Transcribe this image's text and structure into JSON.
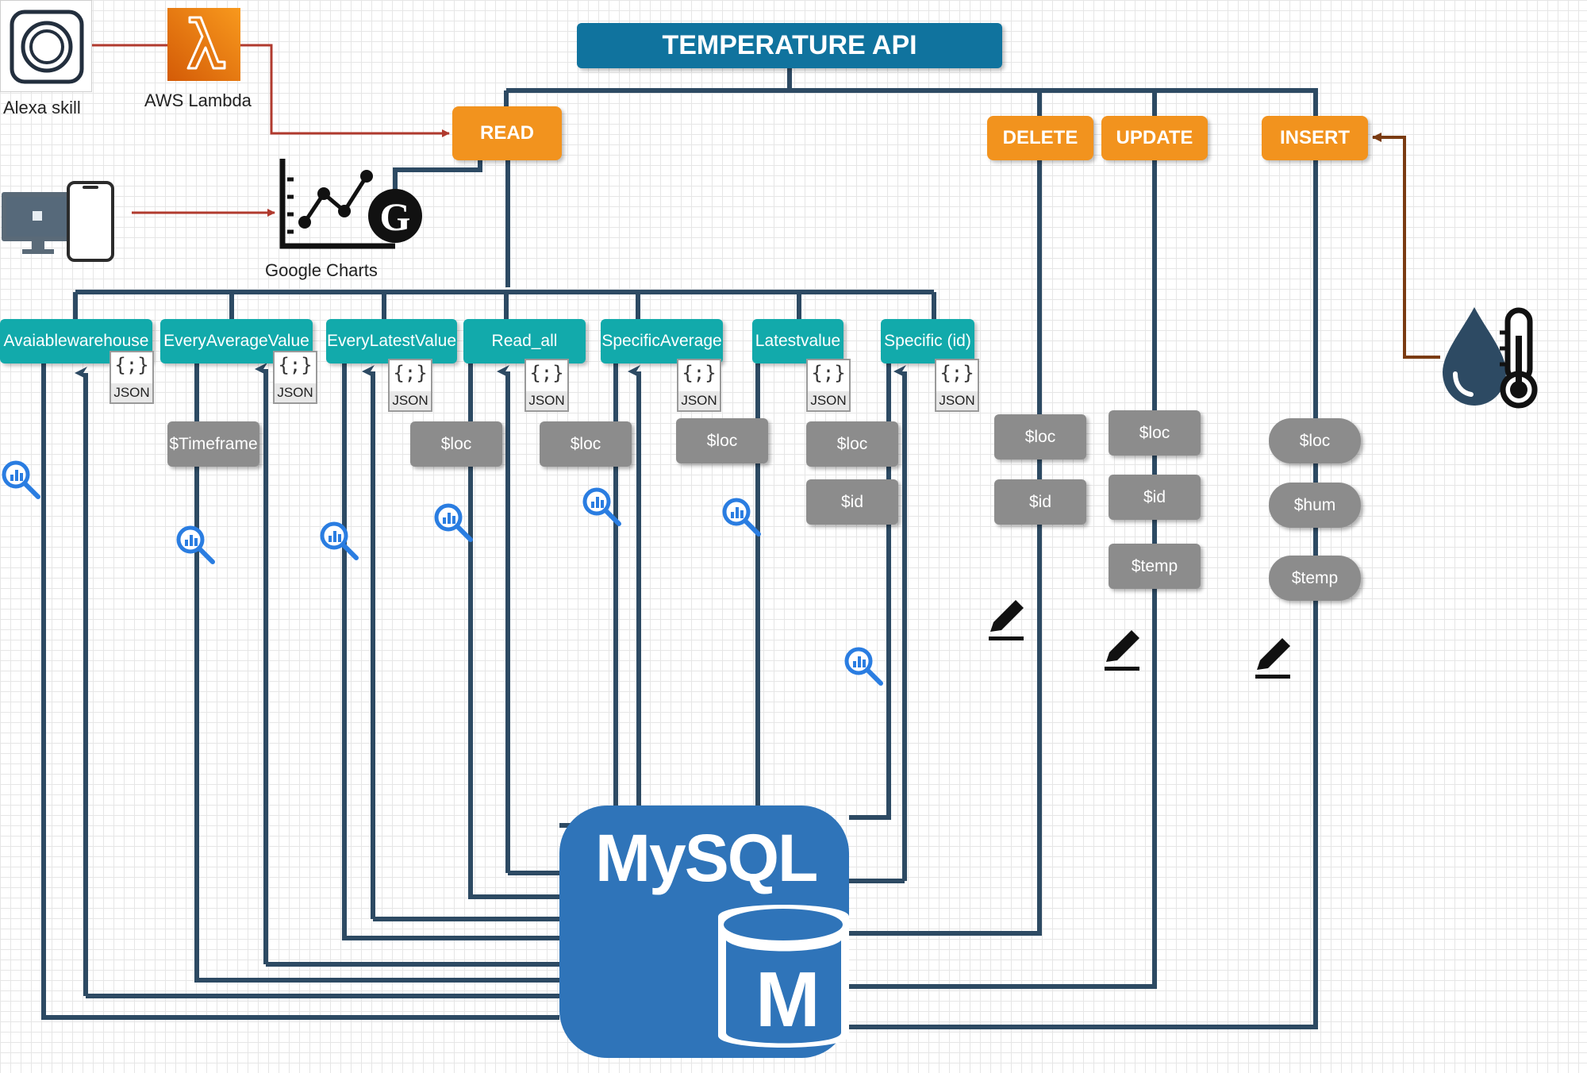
{
  "title": "TEMPERATURE API",
  "operations": {
    "read": "READ",
    "delete": "DELETE",
    "update": "UPDATE",
    "insert": "INSERT"
  },
  "clients": {
    "alexa": "Alexa skill",
    "lambda": "AWS Lambda",
    "charts": "Google Charts"
  },
  "endpoints": [
    "Avaiablewarehouse",
    "EveryAverageValue",
    "EveryLatestValue",
    "Read_all",
    "SpecificAverage",
    "Latestvalue",
    "Specific (id)"
  ],
  "json_label": "JSON",
  "json_brace": "{;}",
  "params": {
    "every_average": [
      "$Timeframe"
    ],
    "every_latest": [
      "$loc"
    ],
    "read_all": [
      "$loc"
    ],
    "specific_average": [
      "$loc"
    ],
    "latestvalue": [
      "$loc",
      "$id"
    ],
    "delete": [
      "$loc",
      "$id"
    ],
    "update": [
      "$loc",
      "$id",
      "$temp"
    ],
    "insert": [
      "$loc",
      "$hum",
      "$temp"
    ]
  },
  "database": {
    "name": "MySQL",
    "letter": "M"
  },
  "colors": {
    "api": "#10739e",
    "operation": "#f2931e",
    "endpoint": "#12aaab",
    "param": "#8c8c8c",
    "line": "#2d4a63",
    "mysql": "#2f74b9",
    "arrow_red": "#b03a2e",
    "arrow_brown": "#7a3b12"
  }
}
